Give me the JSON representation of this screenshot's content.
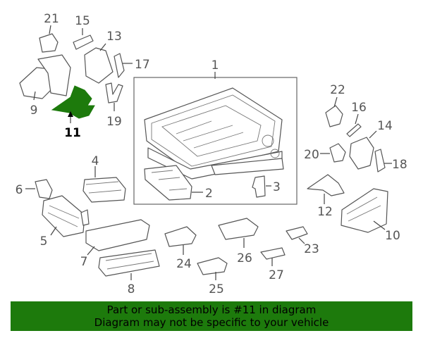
{
  "colors": {
    "highlight": "#1d7a0c",
    "banner": "#1d7a0c",
    "line": "#555555"
  },
  "parts": [
    "1",
    "2",
    "3",
    "4",
    "5",
    "6",
    "7",
    "8",
    "9",
    "10",
    "11",
    "12",
    "13",
    "14",
    "15",
    "16",
    "17",
    "18",
    "19",
    "20",
    "21",
    "22",
    "23",
    "24",
    "25",
    "26",
    "27"
  ],
  "highlighted_part": "11",
  "banner": {
    "line1": "Part or sub-assembly is #11 in diagram",
    "line2": "Diagram may not be specific to your vehicle"
  }
}
